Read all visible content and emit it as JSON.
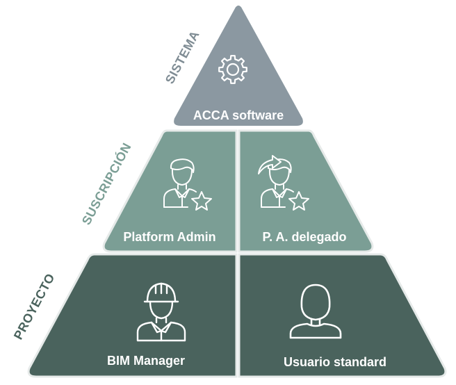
{
  "colors": {
    "sistema": "#8b98a1",
    "suscripcion": "#7b9e95",
    "proyecto": "#4a635d",
    "border": "#e6eae9",
    "icon": "#ffffff"
  },
  "tiers": {
    "sistema": {
      "label": "SISTEMA",
      "label_color": "#7f8c94",
      "role": {
        "label": "ACCA software",
        "icon": "gear-icon"
      }
    },
    "suscripcion": {
      "label": "SUSCRIPCIÓN",
      "label_color": "#7b9e95",
      "roles": [
        {
          "label": "Platform Admin",
          "icon": "admin-star-icon"
        },
        {
          "label": "P. A. delegado",
          "icon": "delegate-arrow-star-icon"
        }
      ]
    },
    "proyecto": {
      "label": "PROYECTO",
      "label_color": "#4a635d",
      "roles": [
        {
          "label": "BIM Manager",
          "icon": "hardhat-worker-icon"
        },
        {
          "label": "Usuario standard",
          "icon": "user-silhouette-icon"
        }
      ]
    }
  }
}
